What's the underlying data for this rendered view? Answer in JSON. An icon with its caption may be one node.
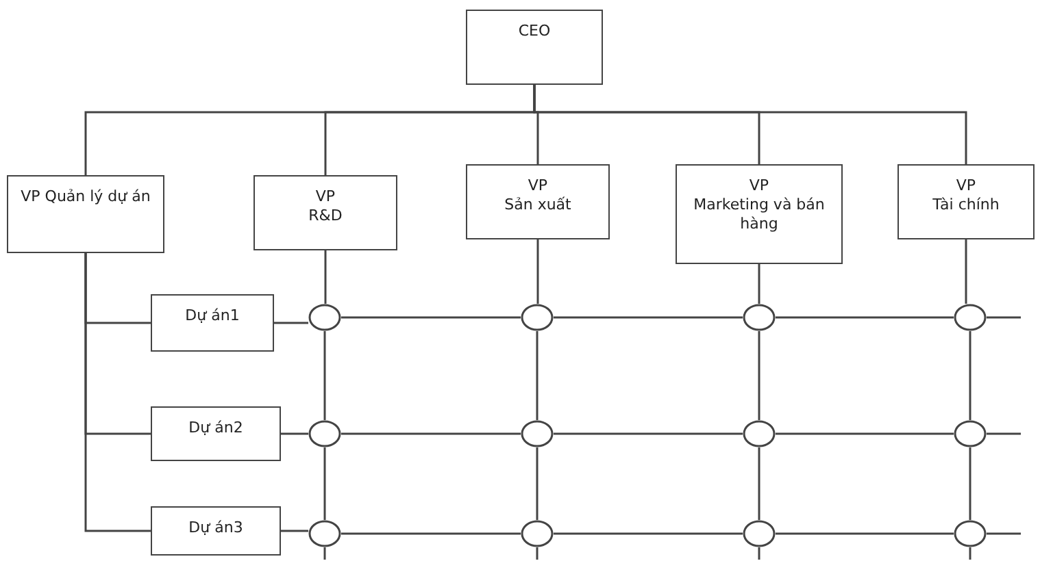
{
  "diagram": {
    "nodes": [
      {
        "text": [
          "CEO"
        ]
      },
      {
        "text": [
          "VP Quản lý dự án"
        ]
      },
      {
        "text": [
          "VP",
          "R&D"
        ]
      },
      {
        "text": [
          "VP",
          "Sản xuất"
        ]
      },
      {
        "text": [
          "VP",
          "Marketing và bán hàng"
        ]
      },
      {
        "text": [
          "VP",
          "Tài chính"
        ]
      },
      {
        "text": [
          "Dự án1"
        ]
      },
      {
        "text": [],
        "shape": "circle"
      },
      {
        "text": [],
        "shape": "circle"
      },
      {
        "text": [],
        "shape": "circle"
      },
      {
        "text": [],
        "shape": "circle"
      },
      {
        "text": [
          "Dự án2"
        ]
      },
      {
        "text": [],
        "shape": "circle"
      },
      {
        "text": [],
        "shape": "circle"
      },
      {
        "text": [],
        "shape": "circle"
      },
      {
        "text": [],
        "shape": "circle"
      },
      {
        "text": [
          "Dự án3"
        ]
      },
      {
        "text": [],
        "shape": "circle"
      },
      {
        "text": [],
        "shape": "circle"
      },
      {
        "text": [],
        "shape": "circle"
      },
      {
        "text": [],
        "shape": "circle"
      }
    ],
    "edges": [
      {
        "from": 0,
        "to": 1,
        "arrow": "none"
      },
      {
        "from": 0,
        "to": 2,
        "arrow": "none"
      },
      {
        "from": 0,
        "to": 3,
        "arrow": "none"
      },
      {
        "from": 0,
        "to": 4,
        "arrow": "none"
      },
      {
        "from": 0,
        "to": 5,
        "arrow": "none"
      },
      {
        "from": 1,
        "to": 6,
        "arrow": "none"
      },
      {
        "from": 1,
        "to": 11,
        "arrow": "none"
      },
      {
        "from": 1,
        "to": 16,
        "arrow": "none"
      },
      {
        "from": 2,
        "to": 7,
        "arrow": "none"
      },
      {
        "from": 3,
        "to": 8,
        "arrow": "none"
      },
      {
        "from": 4,
        "to": 9,
        "arrow": "none"
      },
      {
        "from": 5,
        "to": 10,
        "arrow": "none"
      },
      {
        "from": 7,
        "to": 12,
        "arrow": "none"
      },
      {
        "from": 8,
        "to": 13,
        "arrow": "none"
      },
      {
        "from": 9,
        "to": 14,
        "arrow": "none"
      },
      {
        "from": 10,
        "to": 15,
        "arrow": "none"
      },
      {
        "from": 12,
        "to": 17,
        "arrow": "none"
      },
      {
        "from": 13,
        "to": 18,
        "arrow": "none"
      },
      {
        "from": 14,
        "to": 19,
        "arrow": "none"
      },
      {
        "from": 15,
        "to": 20,
        "arrow": "none"
      },
      {
        "from": 17,
        "to": null,
        "arrow": "none"
      },
      {
        "from": 18,
        "to": null,
        "arrow": "none"
      },
      {
        "from": 19,
        "to": null,
        "arrow": "none"
      },
      {
        "from": 20,
        "to": null,
        "arrow": "none"
      },
      {
        "from": 6,
        "to": 7,
        "arrow": "none"
      },
      {
        "from": 7,
        "to": 8,
        "arrow": "none"
      },
      {
        "from": 8,
        "to": 9,
        "arrow": "none"
      },
      {
        "from": 9,
        "to": 10,
        "arrow": "none"
      },
      {
        "from": 10,
        "to": null,
        "arrow": "none"
      },
      {
        "from": 11,
        "to": 12,
        "arrow": "none"
      },
      {
        "from": 12,
        "to": 13,
        "arrow": "none"
      },
      {
        "from": 13,
        "to": 14,
        "arrow": "none"
      },
      {
        "from": 14,
        "to": 15,
        "arrow": "none"
      },
      {
        "from": 15,
        "to": null,
        "arrow": "none"
      },
      {
        "from": 16,
        "to": 17,
        "arrow": "none"
      },
      {
        "from": 17,
        "to": 18,
        "arrow": "none"
      },
      {
        "from": 18,
        "to": 19,
        "arrow": "none"
      },
      {
        "from": 19,
        "to": 20,
        "arrow": "none"
      },
      {
        "from": 20,
        "to": null,
        "arrow": "none"
      }
    ]
  }
}
